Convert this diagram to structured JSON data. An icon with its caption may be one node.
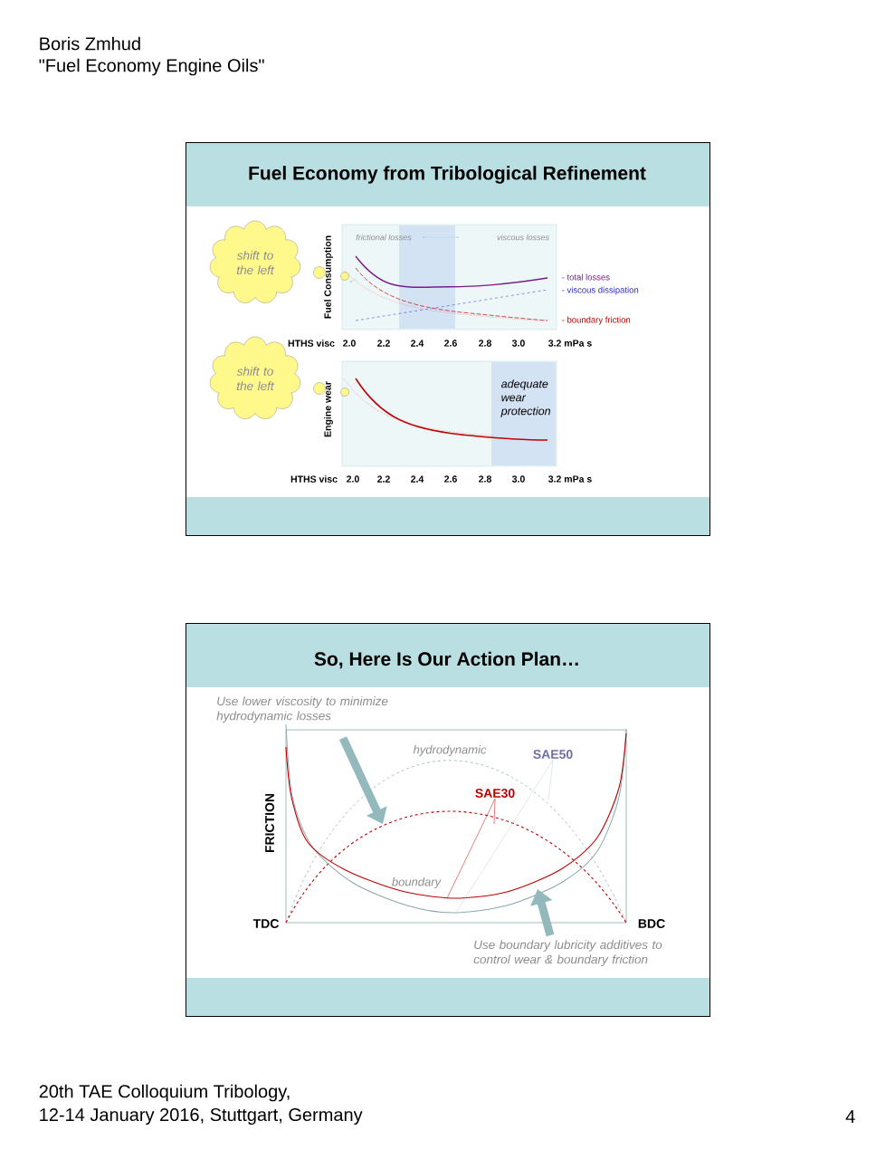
{
  "diagram": {
    "nodes": [
      {
        "text": [
          "Fuel Economy from Tribological Refinement"
        ]
      },
      {
        "text": [
          "shift to the left"
        ],
        "in": 0
      },
      {
        "text": [
          "shift to the left"
        ],
        "in": 0
      },
      {
        "text": [
          "So, Here Is Our Action Plan…"
        ]
      },
      {
        "text": [
          "Use lower viscosity to minimize hydrodynamic losses"
        ],
        "in": 3
      },
      {
        "text": [
          "Use boundary lubricity additives to control wear & boundary friction"
        ],
        "in": 3
      },
      {
        "text": [
          "SAE30"
        ],
        "in": 3
      },
      {
        "text": [
          "SAE50"
        ],
        "in": 3
      }
    ],
    "edges": [
      {
        "from": 4,
        "to": null,
        "arrow": "to",
        "style": "thick"
      },
      {
        "from": 5,
        "to": null,
        "arrow": "to",
        "style": "thick"
      },
      {
        "from": 6,
        "to": null,
        "arrow": "none",
        "color": "#c00000"
      },
      {
        "from": 6,
        "to": null,
        "arrow": "none",
        "color": "#c00000"
      },
      {
        "from": 7,
        "to": null,
        "arrow": "none",
        "color": "#b8d0d3"
      },
      {
        "from": 7,
        "to": null,
        "arrow": "none",
        "color": "#b8d0d3"
      }
    ],
    "labels": [
      "Boris Zmhud",
      "\"Fuel Economy Engine Oils\"",
      "frictional losses",
      "viscous losses",
      "Fuel Consumption",
      "- total losses",
      "- viscous dissipation",
      "- boundary friction",
      "HTHS visc",
      "2.0",
      "2.2",
      "2.4",
      "2.6",
      "2.8",
      "3.0",
      "3.2 mPa s",
      "Engine wear",
      "adequate wear protection",
      "HTHS visc",
      "2.0",
      "2.2",
      "2.4",
      "2.6",
      "2.8",
      "3.0",
      "3.2 mPa s",
      "hydrodynamic",
      "FRICTION",
      "boundary",
      "TDC",
      "BDC",
      "20th TAE Colloquium Tribology,",
      "12-14 January 2016, Stuttgart, Germany",
      "4"
    ]
  }
}
